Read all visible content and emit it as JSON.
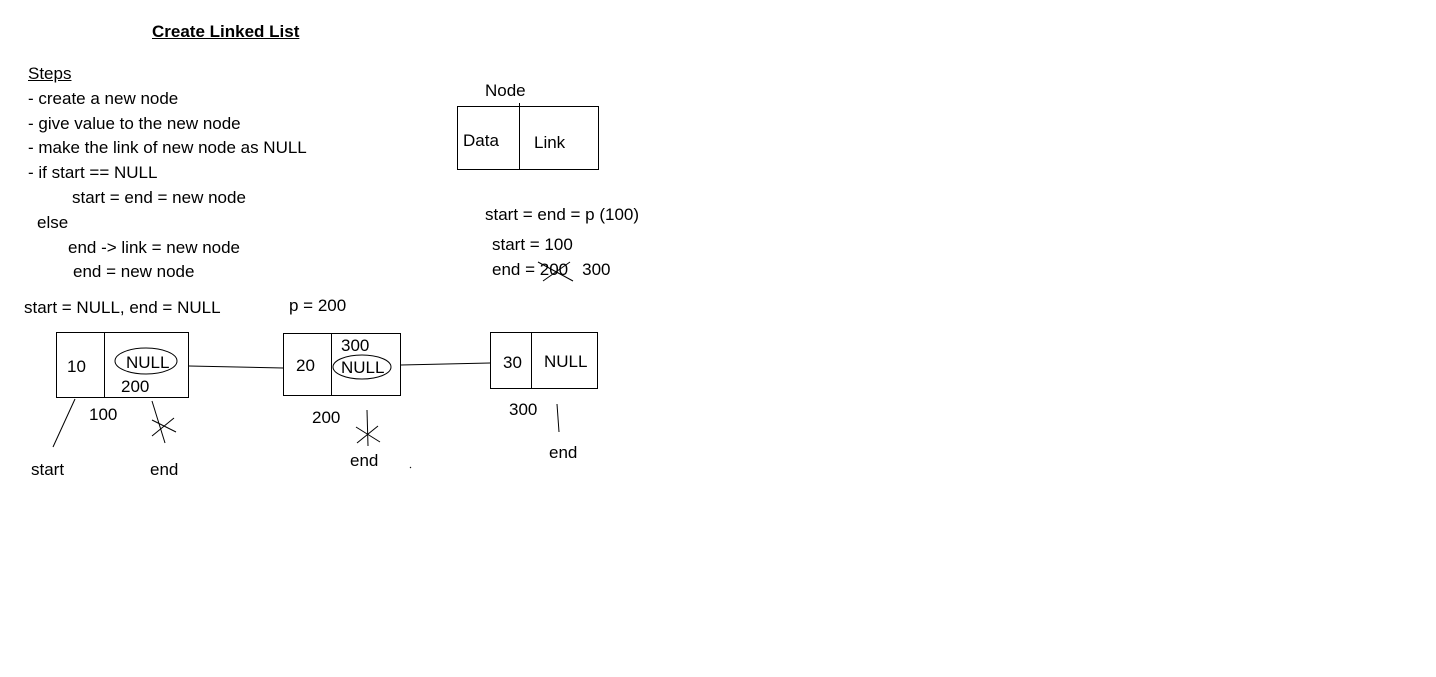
{
  "title": "Create Linked List",
  "steps": {
    "heading": "Steps",
    "lines": [
      "- create a new node",
      "- give value to the new node",
      "- make the link of new node as NULL",
      "- if start == NULL",
      "start = end = new node",
      "else",
      "end -> link = new node",
      "end = new node"
    ]
  },
  "legend_node": {
    "label": "Node",
    "data_label": "Data",
    "link_label": "Link"
  },
  "notes": {
    "assign": "start = end = p (100)",
    "start_val": "start = 100",
    "end_prefix": "end = ",
    "end_struck": "200",
    "end_new": "300"
  },
  "initial": "start = NULL, end = NULL",
  "p_label": "p = 200",
  "nodes": [
    {
      "data": "10",
      "link": "NULL",
      "link_new": "200",
      "address": "100",
      "pointers": [
        "start",
        "end"
      ]
    },
    {
      "data": "20",
      "link": "NULL",
      "link_new": "300",
      "address": "200",
      "pointers": [
        "end"
      ]
    },
    {
      "data": "30",
      "link": "NULL",
      "address": "300",
      "pointers": [
        "end"
      ]
    }
  ]
}
